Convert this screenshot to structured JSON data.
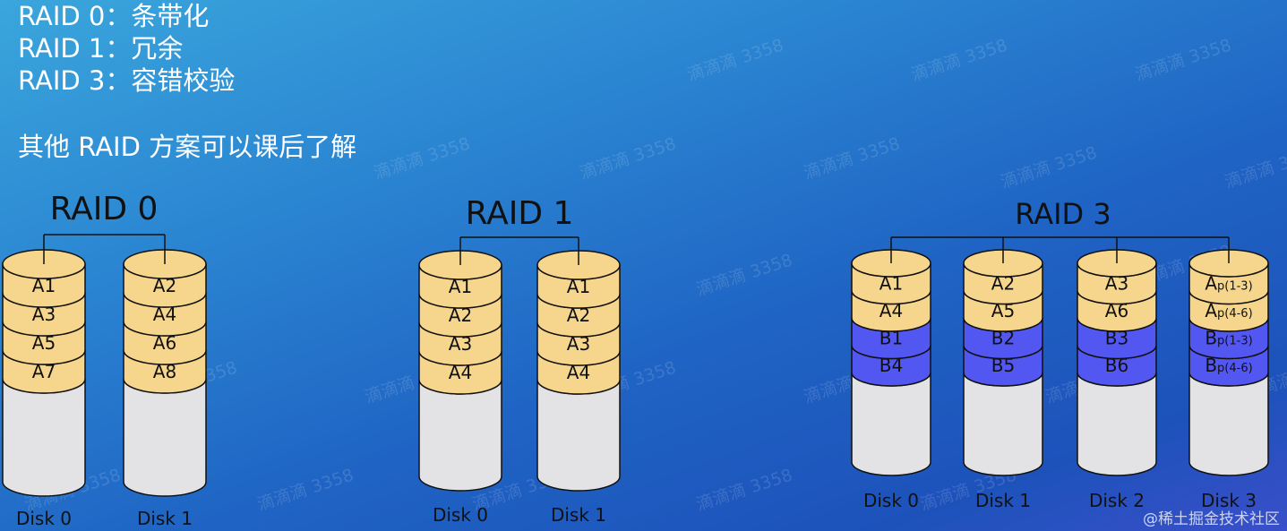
{
  "intro": {
    "lines": [
      "RAID 0：条带化",
      "RAID 1：冗余",
      "RAID 3：容错校验"
    ],
    "note": "其他 RAID 方案可以课后了解"
  },
  "colors": {
    "data_block": "#f6d68c",
    "parity_block": "#5357f2",
    "empty_disk": "#e3e3e6",
    "outline": "#111111"
  },
  "watermark": "滴滴滴 3358",
  "credit": "@稀土掘金技术社区",
  "diagrams": [
    {
      "title": "RAID 0",
      "disks": [
        {
          "label": "Disk 0",
          "blocks": [
            {
              "t": "A1"
            },
            {
              "t": "A3"
            },
            {
              "t": "A5"
            },
            {
              "t": "A7"
            }
          ]
        },
        {
          "label": "Disk 1",
          "blocks": [
            {
              "t": "A2"
            },
            {
              "t": "A4"
            },
            {
              "t": "A6"
            },
            {
              "t": "A8"
            }
          ]
        }
      ]
    },
    {
      "title": "RAID 1",
      "disks": [
        {
          "label": "Disk 0",
          "blocks": [
            {
              "t": "A1"
            },
            {
              "t": "A2"
            },
            {
              "t": "A3"
            },
            {
              "t": "A4"
            }
          ]
        },
        {
          "label": "Disk 1",
          "blocks": [
            {
              "t": "A1"
            },
            {
              "t": "A2"
            },
            {
              "t": "A3"
            },
            {
              "t": "A4"
            }
          ]
        }
      ]
    },
    {
      "title": "RAID 3",
      "disks": [
        {
          "label": "Disk 0",
          "blocks": [
            {
              "t": "A1"
            },
            {
              "t": "A4"
            },
            {
              "t": "B1",
              "p": true
            },
            {
              "t": "B4",
              "p": true
            }
          ]
        },
        {
          "label": "Disk 1",
          "blocks": [
            {
              "t": "A2"
            },
            {
              "t": "A5"
            },
            {
              "t": "B2",
              "p": true
            },
            {
              "t": "B5",
              "p": true
            }
          ]
        },
        {
          "label": "Disk 2",
          "blocks": [
            {
              "t": "A3"
            },
            {
              "t": "A6"
            },
            {
              "t": "B3",
              "p": true
            },
            {
              "t": "B6",
              "p": true
            }
          ]
        },
        {
          "label": "Disk 3",
          "blocks": [
            {
              "t": "A",
              "sub": "p(1-3)"
            },
            {
              "t": "A",
              "sub": "p(4-6)"
            },
            {
              "t": "B",
              "sub": "p(1-3)",
              "p": true
            },
            {
              "t": "B",
              "sub": "p(4-6)",
              "p": true
            }
          ]
        }
      ]
    }
  ]
}
